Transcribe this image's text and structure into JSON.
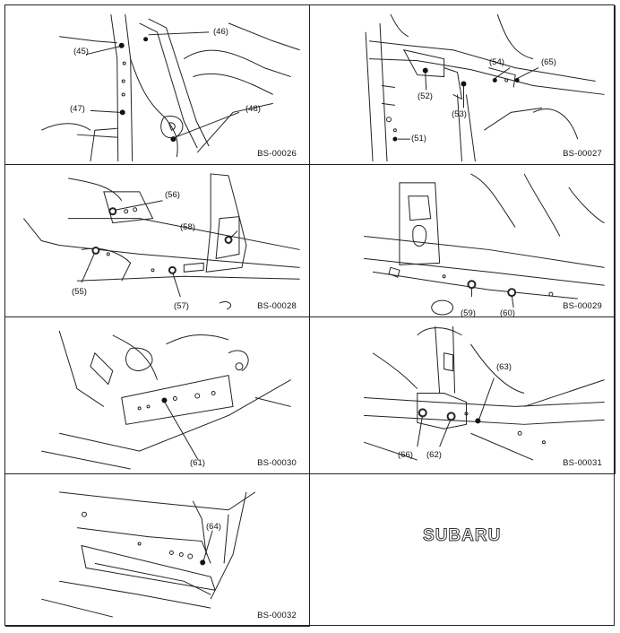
{
  "panels": [
    {
      "code": "BS-00026",
      "callouts": [
        "(45)",
        "(46)",
        "(47)",
        "(48)"
      ]
    },
    {
      "code": "BS-00027",
      "callouts": [
        "(54)",
        "(65)",
        "(52)",
        "(53)",
        "(51)"
      ]
    },
    {
      "code": "BS-00028",
      "callouts": [
        "(56)",
        "(58)",
        "(55)",
        "(57)"
      ]
    },
    {
      "code": "BS-00029",
      "callouts": [
        "(59)",
        "(60)"
      ]
    },
    {
      "code": "BS-00030",
      "callouts": [
        "(61)"
      ]
    },
    {
      "code": "BS-00031",
      "callouts": [
        "(63)",
        "(66)",
        "(62)"
      ]
    },
    {
      "code": "BS-00032",
      "callouts": [
        "(64)"
      ]
    }
  ],
  "logo": {
    "text": "SUBARU",
    "mark": "."
  }
}
